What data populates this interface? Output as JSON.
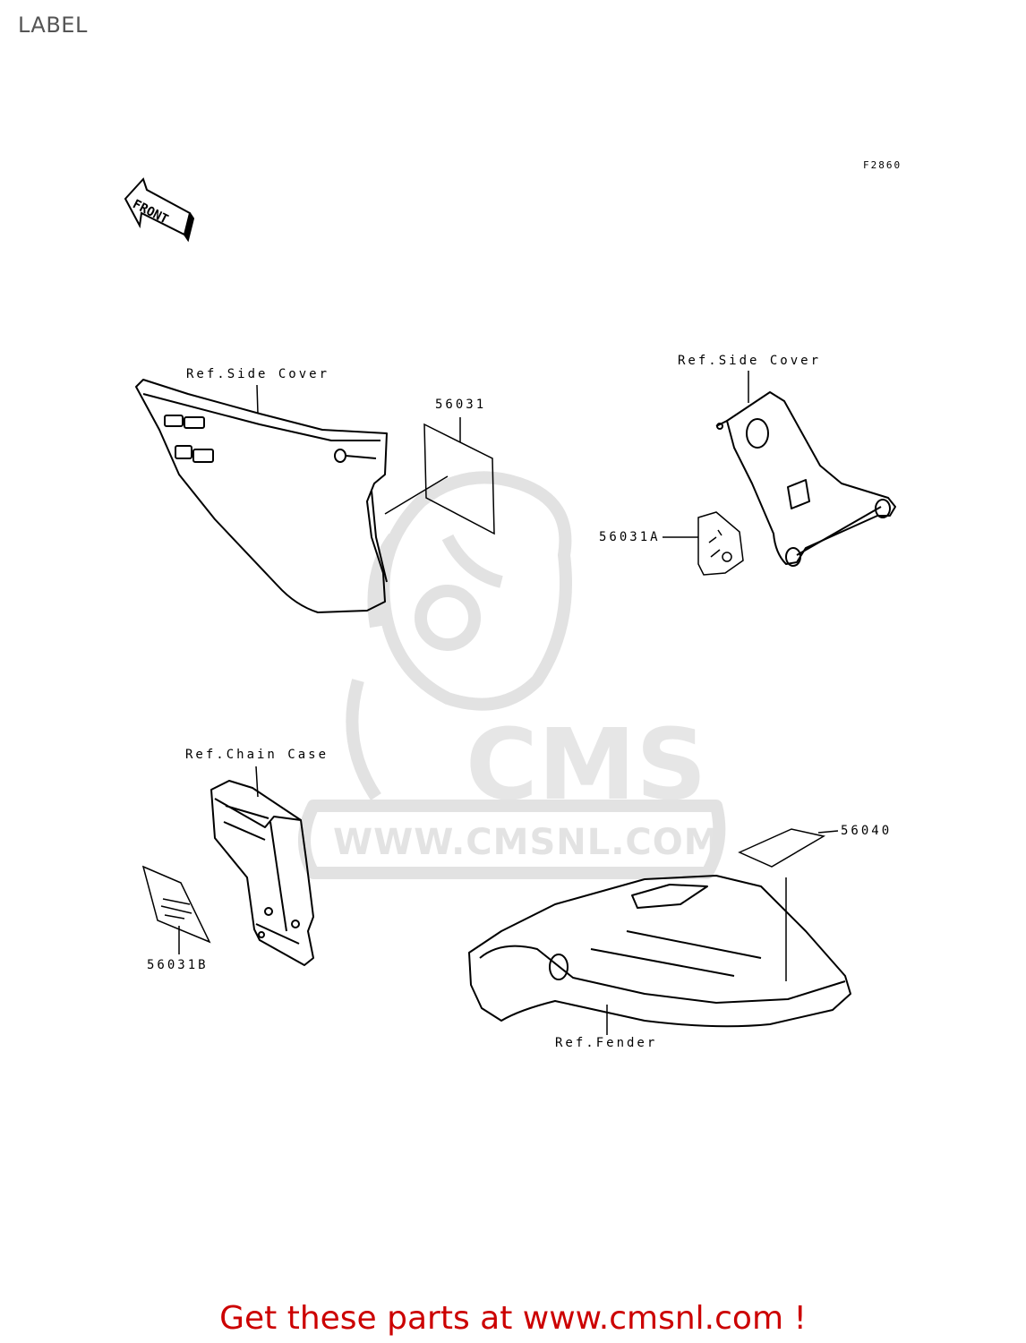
{
  "page": {
    "title": "LABEL"
  },
  "figure": {
    "code": "F2860"
  },
  "front_arrow": {
    "label": "FRONT"
  },
  "callouts": {
    "ref_side_cover_left": "Ref.Side Cover",
    "ref_side_cover_right": "Ref.Side Cover",
    "part_56031": "56031",
    "part_56031a": "56031A",
    "ref_chain_case": "Ref.Chain Case",
    "part_56031b": "56031B",
    "part_56040": "56040",
    "ref_fender": "Ref.Fender"
  },
  "watermark": {
    "brand": "CMS",
    "url": "WWW.CMSNL.COM"
  },
  "footer": {
    "text": "Get these parts at www.cmsnl.com !"
  }
}
